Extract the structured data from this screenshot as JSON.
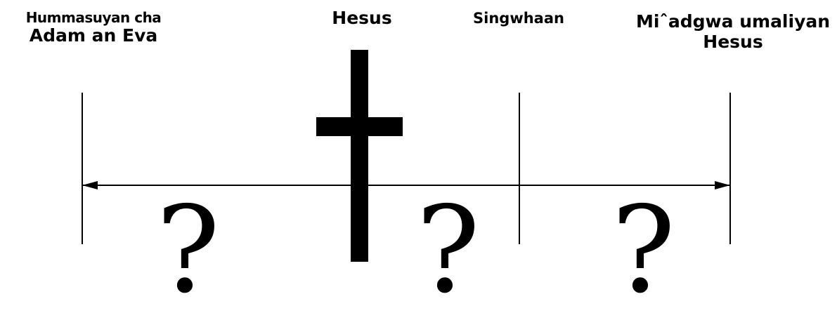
{
  "labels": {
    "creation_line1": "Hummasuyan cha",
    "creation_line2": "Adam an Eva",
    "jesus": "Hesus",
    "now": "Singwhaan",
    "return_line1": "Miˆadgwa umaliyan",
    "return_line2": "Hesus"
  },
  "unknowns": {
    "first": "?",
    "second": "?",
    "third": "?"
  },
  "colors": {
    "ink": "#000000",
    "background": "#ffffff"
  },
  "icons": {
    "cross": "cross-icon"
  }
}
